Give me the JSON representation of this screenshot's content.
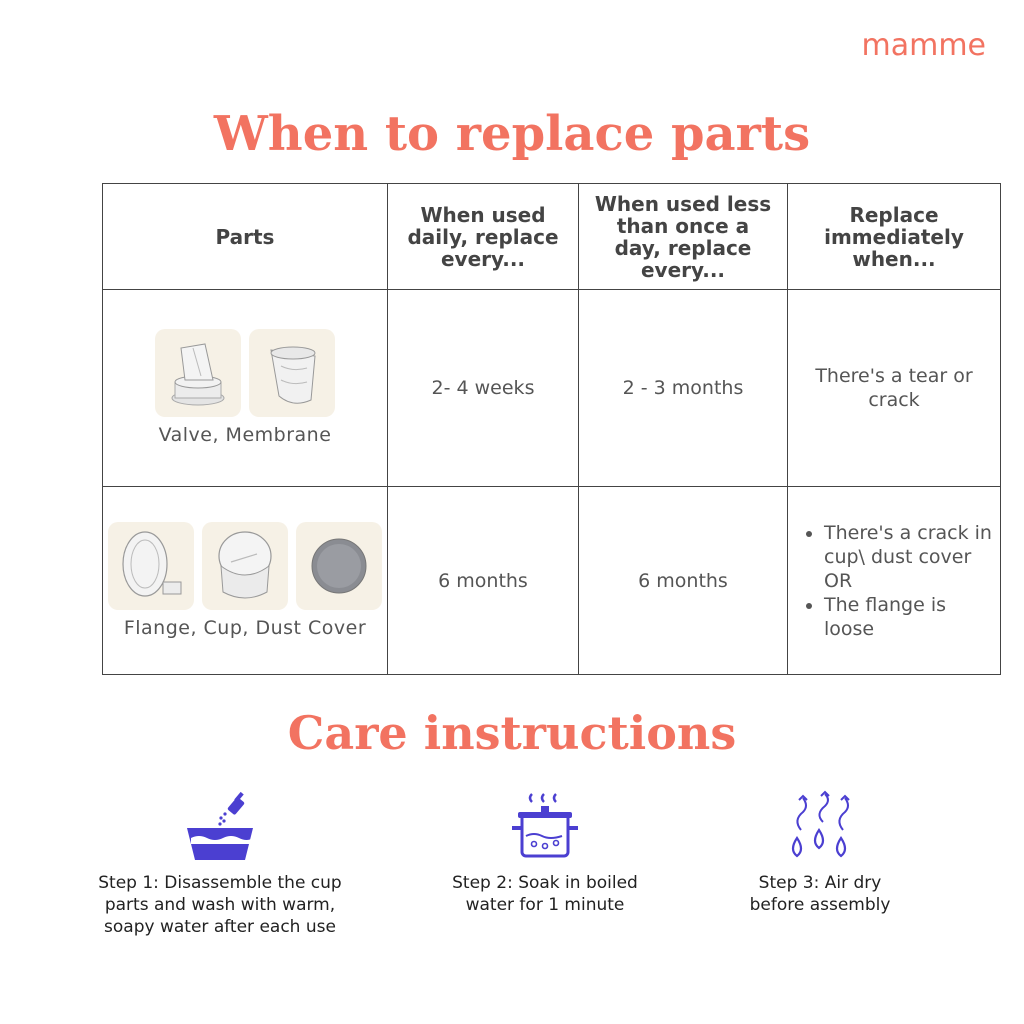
{
  "brand": "mamme",
  "title1": "When to replace parts",
  "title2": "Care instructions",
  "table": {
    "headers": [
      "Parts",
      "When used daily, replace every...",
      "When used less than once a day, replace every...",
      "Replace immediately when..."
    ],
    "rows": [
      {
        "parts": "Valve, Membrane",
        "daily": "2- 4 weeks",
        "less": "2 - 3 months",
        "replace": "There's a tear or crack"
      },
      {
        "parts": "Flange, Cup, Dust Cover",
        "daily": "6 months",
        "less": "6 months",
        "replace_items": [
          "There's a crack in cup\\ dust cover OR",
          "The flange is loose"
        ]
      }
    ]
  },
  "steps": [
    {
      "text": "Step 1: Disassemble the cup parts and wash with warm, soapy water after each use",
      "icon": "wash-basin-icon"
    },
    {
      "text": "Step 2: Soak in boiled water for 1 minute",
      "icon": "boiling-pot-icon"
    },
    {
      "text": "Step 3: Air dry before assembly",
      "icon": "water-drops-icon"
    }
  ],
  "colors": {
    "accent": "#f27361",
    "icon": "#4b3fd1"
  }
}
